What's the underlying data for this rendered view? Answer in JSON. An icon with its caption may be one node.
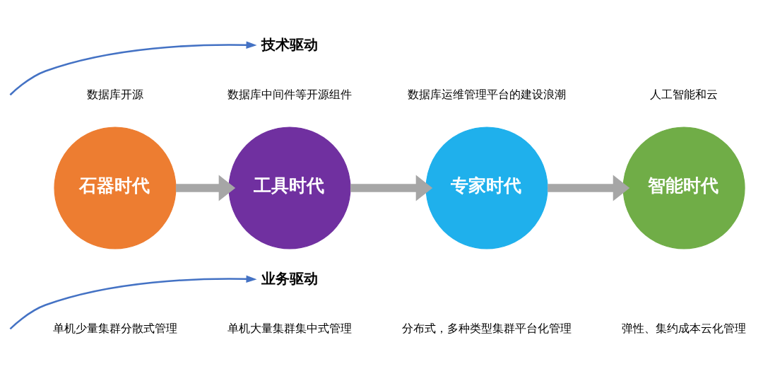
{
  "diagram": {
    "nodes": [
      {
        "text": [
          "业务驱动"
        ]
      },
      {
        "text": [
          "石器时代"
        ]
      },
      {
        "text": [
          "工具时代"
        ]
      },
      {
        "text": [
          "专家时代"
        ]
      },
      {
        "text": [
          "智能时代"
        ]
      },
      {
        "text": [
          "技术驱动"
        ]
      }
    ],
    "edges": [
      {
        "from": null,
        "to": 0,
        "arrow": "to",
        "color": "#4472c4"
      },
      {
        "from": 1,
        "to": 2,
        "arrow": "to"
      },
      {
        "from": 2,
        "to": 3,
        "arrow": "to"
      },
      {
        "from": 3,
        "to": 4,
        "arrow": "to"
      },
      {
        "from": null,
        "to": 5,
        "arrow": "to",
        "color": "#4472c4"
      }
    ],
    "labels": [
      "单机少量集群分散式管理",
      "单机大量集群集中式管理",
      "分布式，多种类型集群平台化管理",
      "弹性、集约成本云化管理",
      "数据库开源",
      "数据库中间件等开源组件",
      "数据库运维管理平台的建设浪潮",
      "人工智能和云"
    ]
  }
}
